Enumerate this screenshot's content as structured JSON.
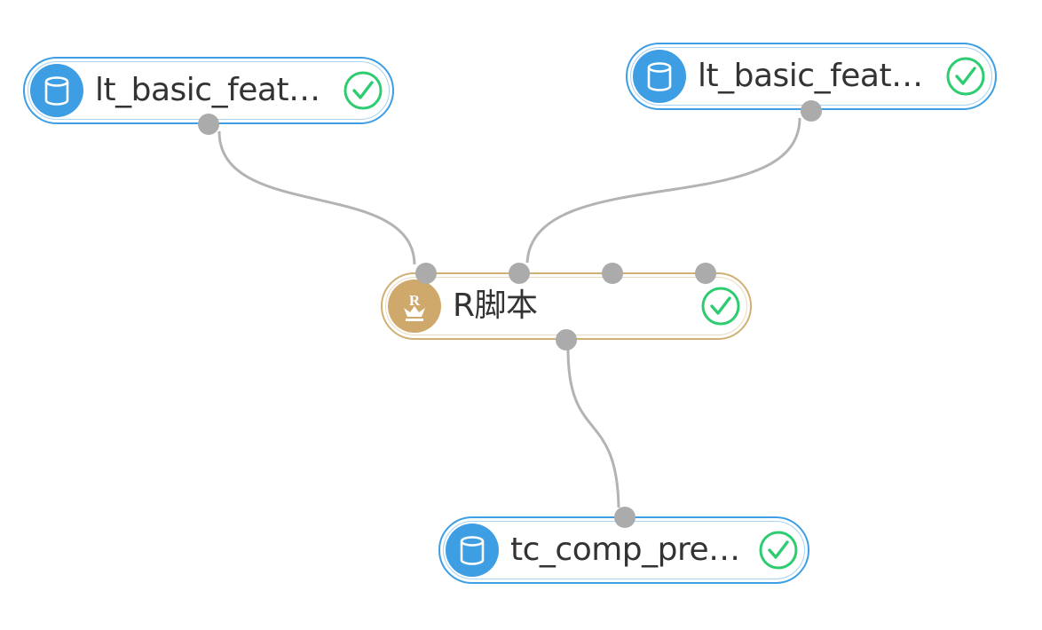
{
  "colors": {
    "data_node": "#3d9ee3",
    "script_node": "#cfa96b",
    "success": "#2ecc71",
    "edge": "#b3b3b3",
    "port": "#ababab"
  },
  "nodes": {
    "input_a": {
      "label": "lt_basic_feat…",
      "icon": "database-icon",
      "status": "success-check-icon"
    },
    "input_b": {
      "label": "lt_basic_feat…",
      "icon": "database-icon",
      "status": "success-check-icon"
    },
    "r_script": {
      "label": "R脚本",
      "icon": "r-crown-icon",
      "status": "success-check-icon"
    },
    "output": {
      "label": "tc_comp_pre…",
      "icon": "database-icon",
      "status": "success-check-icon"
    }
  },
  "edges": [
    {
      "from": "input_a.out",
      "to": "r_script.in1"
    },
    {
      "from": "input_b.out",
      "to": "r_script.in2"
    },
    {
      "from": "r_script.out",
      "to": "output.in"
    }
  ]
}
